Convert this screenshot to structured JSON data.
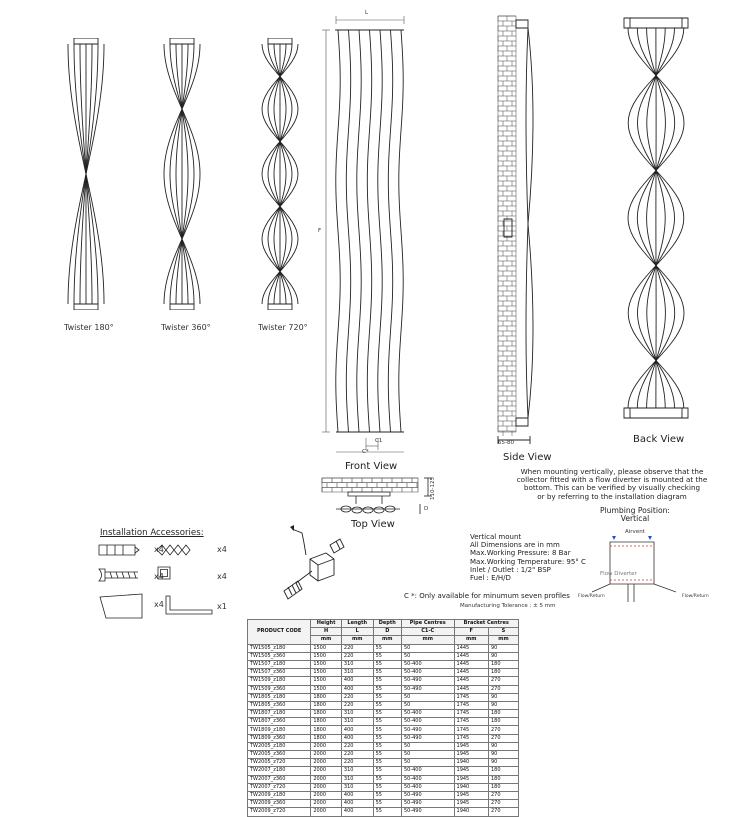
{
  "labels": {
    "twister_180": "Twister 180°",
    "twister_360": "Twister 360°",
    "twister_720": "Twister 720°",
    "front_view": "Front View",
    "side_view": "Side View",
    "back_view": "Back View",
    "top_view": "Top View"
  },
  "dimensions": {
    "width": "L",
    "height": "F",
    "c1": "C1",
    "c_star": "C*",
    "side_depth": "65-80",
    "top_depth": "110-125",
    "top_d": "D"
  },
  "mounting_note": [
    "When mounting vertically, please observe that the",
    "collector fitted with a flow diverter is mounted at the",
    "bottom. This can be verified by visually checking",
    "or by referring to the installation diagram"
  ],
  "plumbing": {
    "title_line1": "Plumbing Position:",
    "title_line2": "Vertical",
    "airvent": "Airvent",
    "flow_diverter": "Flow Diverter",
    "flow": "Flow/Return",
    "return": "Flow/Return"
  },
  "accessories": {
    "title": "Installation Accessories:",
    "items": [
      {
        "icon": "anchor-icon",
        "qty": "x4"
      },
      {
        "icon": "wall-plug-icon",
        "qty": "x4"
      },
      {
        "icon": "screw-icon",
        "qty": "x4"
      },
      {
        "icon": "spacer-icon",
        "qty": "x4"
      },
      {
        "icon": "cover-plate-icon",
        "qty": "x4"
      },
      {
        "icon": "allen-key-icon",
        "qty": "x1"
      }
    ]
  },
  "specs": [
    "Vertical mount",
    "All Dimensions are in mm",
    "Max.Working Pressure: 8 Bar",
    "Max.Working Temperature: 95° C",
    "Inlet / Outlet : 1/2\" BSP",
    "Fuel : E/H/D"
  ],
  "footnote": "C *: Only available for minumum seven profiles",
  "tolerance": "Manufacturing Tolerance : ± 5 mm",
  "table": {
    "headers": [
      "PRODUCT CODE",
      "Height",
      "Length",
      "Depth",
      "Pipe Centres",
      "Bracket Centres",
      ""
    ],
    "subheaders": [
      "",
      "H",
      "L",
      "D",
      "C1-C",
      "F",
      "S"
    ],
    "units": [
      "",
      "mm",
      "mm",
      "mm",
      "mm",
      "mm",
      "mm"
    ],
    "rows": [
      [
        "TW1505_z180",
        "1500",
        "220",
        "55",
        "50",
        "1445",
        "90"
      ],
      [
        "TW1505_z360",
        "1500",
        "220",
        "55",
        "50",
        "1445",
        "90"
      ],
      [
        "TW1507_z180",
        "1500",
        "310",
        "55",
        "50-400",
        "1445",
        "180"
      ],
      [
        "TW1507_z360",
        "1500",
        "310",
        "55",
        "50-400",
        "1445",
        "180"
      ],
      [
        "TW1509_z180",
        "1500",
        "400",
        "55",
        "50-490",
        "1445",
        "270"
      ],
      [
        "TW1509_z360",
        "1500",
        "400",
        "55",
        "50-490",
        "1445",
        "270"
      ],
      [
        "TW1805_z180",
        "1800",
        "220",
        "55",
        "50",
        "1745",
        "90"
      ],
      [
        "TW1805_z360",
        "1800",
        "220",
        "55",
        "50",
        "1745",
        "90"
      ],
      [
        "TW1807_z180",
        "1800",
        "310",
        "55",
        "50-400",
        "1745",
        "180"
      ],
      [
        "TW1807_z360",
        "1800",
        "310",
        "55",
        "50-400",
        "1745",
        "180"
      ],
      [
        "TW1809_z180",
        "1800",
        "400",
        "55",
        "50-490",
        "1745",
        "270"
      ],
      [
        "TW1809_z360",
        "1800",
        "400",
        "55",
        "50-490",
        "1745",
        "270"
      ],
      [
        "TW2005_z180",
        "2000",
        "220",
        "55",
        "50",
        "1945",
        "90"
      ],
      [
        "TW2005_z360",
        "2000",
        "220",
        "55",
        "50",
        "1945",
        "90"
      ],
      [
        "TW2005_z720",
        "2000",
        "220",
        "55",
        "50",
        "1940",
        "90"
      ],
      [
        "TW2007_z180",
        "2000",
        "310",
        "55",
        "50-400",
        "1945",
        "180"
      ],
      [
        "TW2007_z360",
        "2000",
        "310",
        "55",
        "50-400",
        "1945",
        "180"
      ],
      [
        "TW2007_z720",
        "2000",
        "310",
        "55",
        "50-400",
        "1940",
        "180"
      ],
      [
        "TW2009_z180",
        "2000",
        "400",
        "55",
        "50-490",
        "1945",
        "270"
      ],
      [
        "TW2009_z360",
        "2000",
        "400",
        "55",
        "50-490",
        "1945",
        "270"
      ],
      [
        "TW2009_z720",
        "2000",
        "400",
        "55",
        "50-490",
        "1940",
        "270"
      ]
    ]
  }
}
